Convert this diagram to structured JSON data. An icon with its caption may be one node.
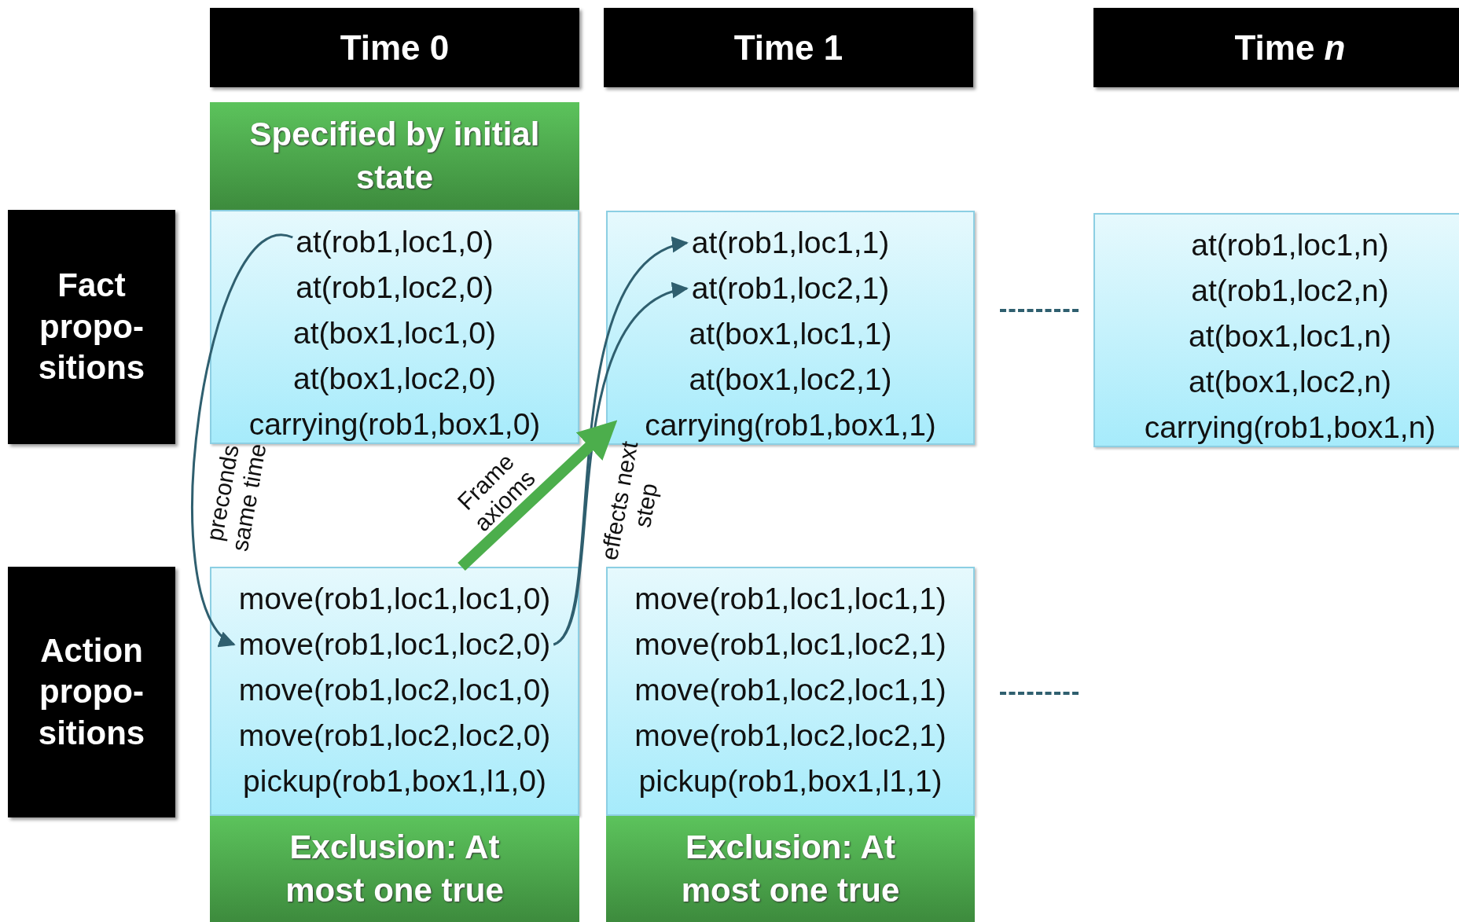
{
  "diagram": {
    "nodes": [
      {
        "text": [
          "Time 0"
        ]
      },
      {
        "text": [
          "Time 1"
        ]
      },
      {
        "text": [
          "Time *n*"
        ]
      },
      {
        "text": [
          "Specified by initial state"
        ]
      },
      {
        "text": [
          "Fact propo- sitions"
        ]
      },
      {
        "text": [],
        "shape": "box"
      },
      {
        "text": [
          "at(rob1,loc1,0)"
        ],
        "in": 5
      },
      {
        "text": [
          "at(rob1,loc2,0)"
        ],
        "in": 5
      },
      {
        "text": [
          "at(box1,loc1,0)"
        ],
        "in": 5
      },
      {
        "text": [
          "at(box1,loc2,0)"
        ],
        "in": 5
      },
      {
        "text": [
          "carrying(rob1,box1,0)"
        ],
        "in": 5
      },
      {
        "text": [],
        "shape": "box"
      },
      {
        "text": [
          "at(rob1,loc1,1)"
        ],
        "in": 11
      },
      {
        "text": [
          "at(rob1,loc2,1)"
        ],
        "in": 11
      },
      {
        "text": [
          "at(box1,loc1,1)"
        ],
        "in": 11
      },
      {
        "text": [
          "at(box1,loc2,1)"
        ],
        "in": 11
      },
      {
        "text": [
          "carrying(rob1,box1,1)"
        ],
        "in": 11
      },
      {
        "text": [],
        "shape": "box"
      },
      {
        "text": [
          "at(rob1,loc1,n)"
        ],
        "in": 17
      },
      {
        "text": [
          "at(rob1,loc2,n)"
        ],
        "in": 17
      },
      {
        "text": [
          "at(box1,loc1,n)"
        ],
        "in": 17
      },
      {
        "text": [
          "at(box1,loc2,n)"
        ],
        "in": 17
      },
      {
        "text": [
          "carrying(rob1,box1,n)"
        ],
        "in": 17
      },
      {
        "text": [
          "Action propo- sitions"
        ]
      },
      {
        "text": [],
        "shape": "box"
      },
      {
        "text": [
          "move(rob1,loc1,loc1,0)"
        ],
        "in": 24
      },
      {
        "text": [
          "move(rob1,loc1,loc2,0)"
        ],
        "in": 24
      },
      {
        "text": [
          "move(rob1,loc2,loc1,0)"
        ],
        "in": 24
      },
      {
        "text": [
          "move(rob1,loc2,loc2,0)"
        ],
        "in": 24
      },
      {
        "text": [
          "pickup(rob1,box1,l1,0)"
        ],
        "in": 24
      },
      {
        "text": [],
        "shape": "box"
      },
      {
        "text": [
          "move(rob1,loc1,loc1,1)"
        ],
        "in": 30
      },
      {
        "text": [
          "move(rob1,loc1,loc2,1)"
        ],
        "in": 30
      },
      {
        "text": [
          "move(rob1,loc2,loc1,1)"
        ],
        "in": 30
      },
      {
        "text": [
          "move(rob1,loc2,loc2,1)"
        ],
        "in": 30
      },
      {
        "text": [
          "pickup(rob1,box1,l1,1)"
        ],
        "in": 30
      },
      {
        "text": [
          "Exclusion: At most one true"
        ]
      },
      {
        "text": [
          "Exclusion: At most one true"
        ]
      }
    ],
    "edges": [
      {
        "from": 6,
        "to": 26,
        "arrow": "to",
        "label": "preconds same time"
      },
      {
        "from": 26,
        "to": 12,
        "arrow": "to",
        "label": "effects next step"
      },
      {
        "from": 26,
        "to": 13,
        "arrow": "to"
      },
      {
        "from": 24,
        "to": 11,
        "arrow": "to",
        "label": "Frame axioms",
        "style": "thick",
        "color": "#4cae4c"
      }
    ]
  }
}
